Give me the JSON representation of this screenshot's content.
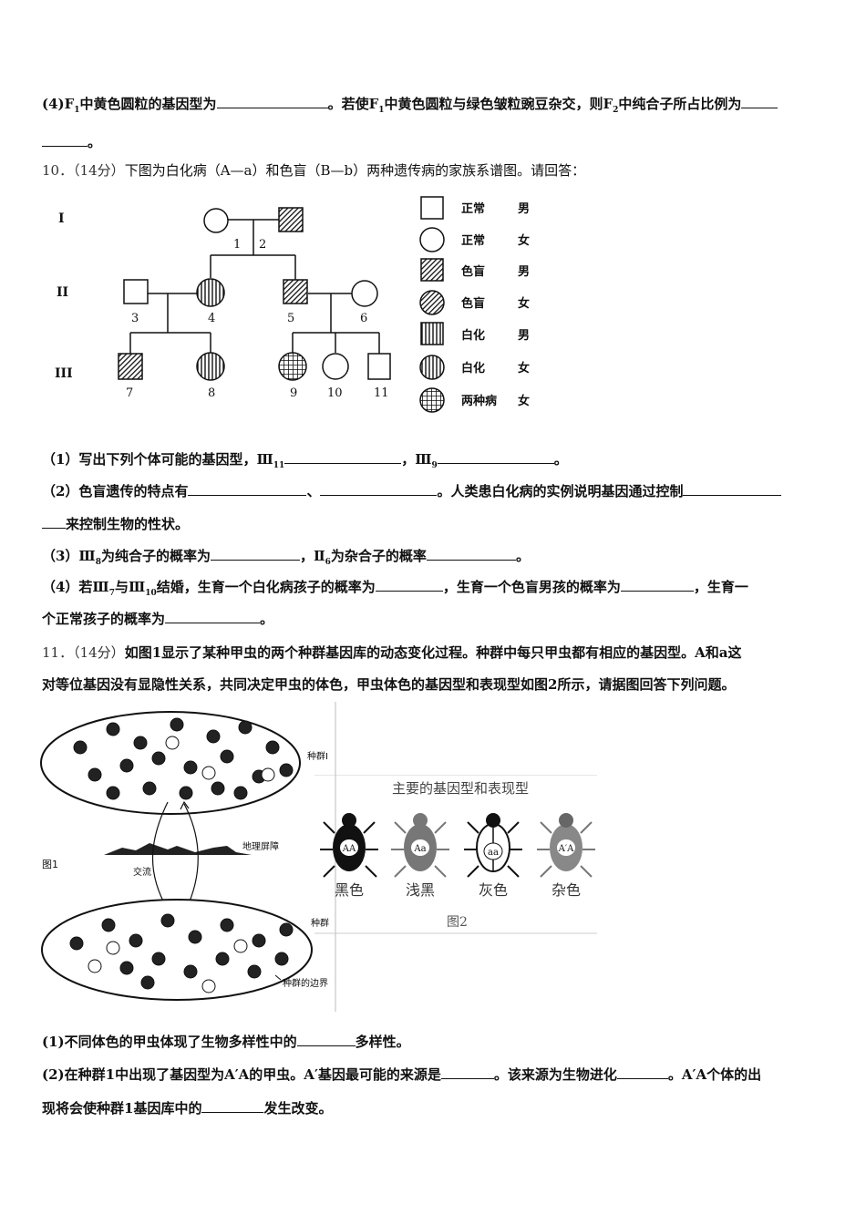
{
  "q9_tail": {
    "l1_a": "(4)F",
    "l1_sub1": "1",
    "l1_b": "中黄色圆粒的基因型为",
    "l1_c": "。若使F",
    "l1_sub2": "1",
    "l1_d": "中黄色圆粒与绿色皱粒豌豆杂交，则F",
    "l1_sub3": "2",
    "l1_e": "中纯合子所占比例为",
    "l2_end": "。"
  },
  "q10": {
    "num": "10．（14分）",
    "stem": "下图为白化病（A—a）和色盲（B—b）两种遗传病的家族系谱图。请回答：",
    "pedigree": {
      "gen_labels": [
        "I",
        "II",
        "III"
      ],
      "numbers": [
        "1",
        "2",
        "3",
        "4",
        "5",
        "6",
        "7",
        "8",
        "9",
        "10",
        "11"
      ]
    },
    "legend": [
      {
        "label": "正常",
        "sex": "男"
      },
      {
        "label": "正常",
        "sex": "女"
      },
      {
        "label": "色盲",
        "sex": "男"
      },
      {
        "label": "色盲",
        "sex": "女"
      },
      {
        "label": "白化",
        "sex": "男"
      },
      {
        "label": "白化",
        "sex": "女"
      },
      {
        "label": "两种病",
        "sex": "女"
      }
    ],
    "p1": {
      "a": "（1）写出下列个体可能的基因型，Ⅲ",
      "s1": "11",
      "b": "，Ⅲ",
      "s2": "9",
      "c": "。"
    },
    "p2": {
      "a": "（2）色盲遗传的特点有",
      "b": "、",
      "c": "。人类患白化病的实例说明基因通过控制",
      "d": "来控制生物的性状。"
    },
    "p3": {
      "a": "（3）Ⅲ",
      "s1": "8",
      "b": "为纯合子的概率为",
      "c": "，Ⅱ",
      "s2": "6",
      "d": "为杂合子的概率",
      "e": "。"
    },
    "p4": {
      "a": "（4）若Ⅲ",
      "s1": "7",
      "b": "与Ⅲ",
      "s2": "10",
      "c": "结婚，生育一个白化病孩子的概率为",
      "d": "，生育一个色盲男孩的概率为",
      "e": "，生育一",
      "f": "个正常孩子的概率为",
      "g": "。"
    }
  },
  "q11": {
    "num": "11．（14分）",
    "stem1": "如图1显示了某种甲虫的两个种群基因库的动态变化过程。种群中每只甲虫都有相应的基因型。A和a这",
    "stem2": "对等位基因没有显隐性关系，共同决定甲虫的体色，甲虫体色的基因型和表现型如图2所示，请据图回答下列问题。",
    "fig1": {
      "label": "图1",
      "pop1": "种群Ⅰ",
      "pop2": "种群",
      "barrier": "地理屏障",
      "flow": "交流",
      "boundary": "种群的边界"
    },
    "fig2": {
      "title": "主要的基因型和表现型",
      "caption": "图2",
      "beetles": [
        {
          "genotype": "AA",
          "phenotype": "黑色"
        },
        {
          "genotype": "Aa",
          "phenotype": "浅黑"
        },
        {
          "genotype": "aa",
          "phenotype": "灰色"
        },
        {
          "genotype": "A′A",
          "phenotype": "杂色"
        }
      ]
    },
    "p1": {
      "a": "(1)不同体色的甲虫体现了生物多样性中的",
      "b": "多样性。"
    },
    "p2": {
      "a": "(2)在种群1中出现了基因型为A′A的甲虫。A′基因最可能的来源是",
      "b": "。该来源为生物进化",
      "c": "。A′A个体的出",
      "d": "现将会使种群1基因库中的",
      "e": "发生改变。"
    }
  }
}
